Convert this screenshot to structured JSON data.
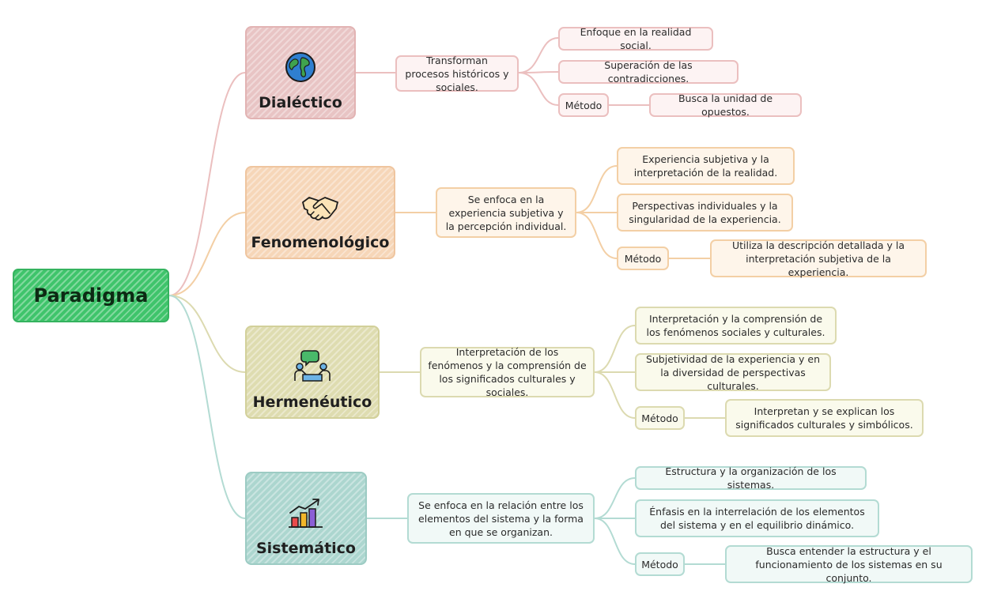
{
  "root": {
    "label": "Paradigma"
  },
  "colors": {
    "root": "#3fc46b",
    "dialectico": "#e8c4c4",
    "fenomenologico": "#f6d6b8",
    "hermeneutico": "#dedcb0",
    "sistematico": "#acd6cf"
  },
  "branches": [
    {
      "label": "Dialéctico",
      "icon": "globe-icon",
      "summary": "Transforman procesos históricos y sociales.",
      "items": [
        "Enfoque en la realidad social.",
        "Superación de las contradicciones."
      ],
      "method_label": "Método",
      "method": "Busca la unidad de opuestos."
    },
    {
      "label": "Fenomenológico",
      "icon": "handshake-icon",
      "summary": "Se enfoca en la experiencia subjetiva y la percepción individual.",
      "items": [
        "Experiencia subjetiva y la interpretación de la realidad.",
        "Perspectivas individuales y la singularidad de la experiencia."
      ],
      "method_label": "Método",
      "method": "Utiliza la descripción detallada y la interpretación subjetiva de la experiencia."
    },
    {
      "label": "Hermenéutico",
      "icon": "conversation-icon",
      "summary": "Interpretación de los fenómenos y la comprensión de los significados culturales y sociales.",
      "items": [
        "Interpretación y la comprensión de los fenómenos sociales y culturales.",
        "Subjetividad de la experiencia y en la diversidad de perspectivas culturales."
      ],
      "method_label": "Método",
      "method": "Interpretan y se explican los significados culturales y simbólicos."
    },
    {
      "label": "Sistemático",
      "icon": "bar-chart-icon",
      "summary": "Se enfoca en la relación entre los elementos del sistema y la forma en que se organizan.",
      "items": [
        "Estructura y la organización de los sistemas.",
        "Énfasis en la interrelación de los elementos del sistema y en el equilibrio dinámico."
      ],
      "method_label": "Método",
      "method": "Busca entender la estructura y el funcionamiento de los sistemas en su conjunto."
    }
  ]
}
